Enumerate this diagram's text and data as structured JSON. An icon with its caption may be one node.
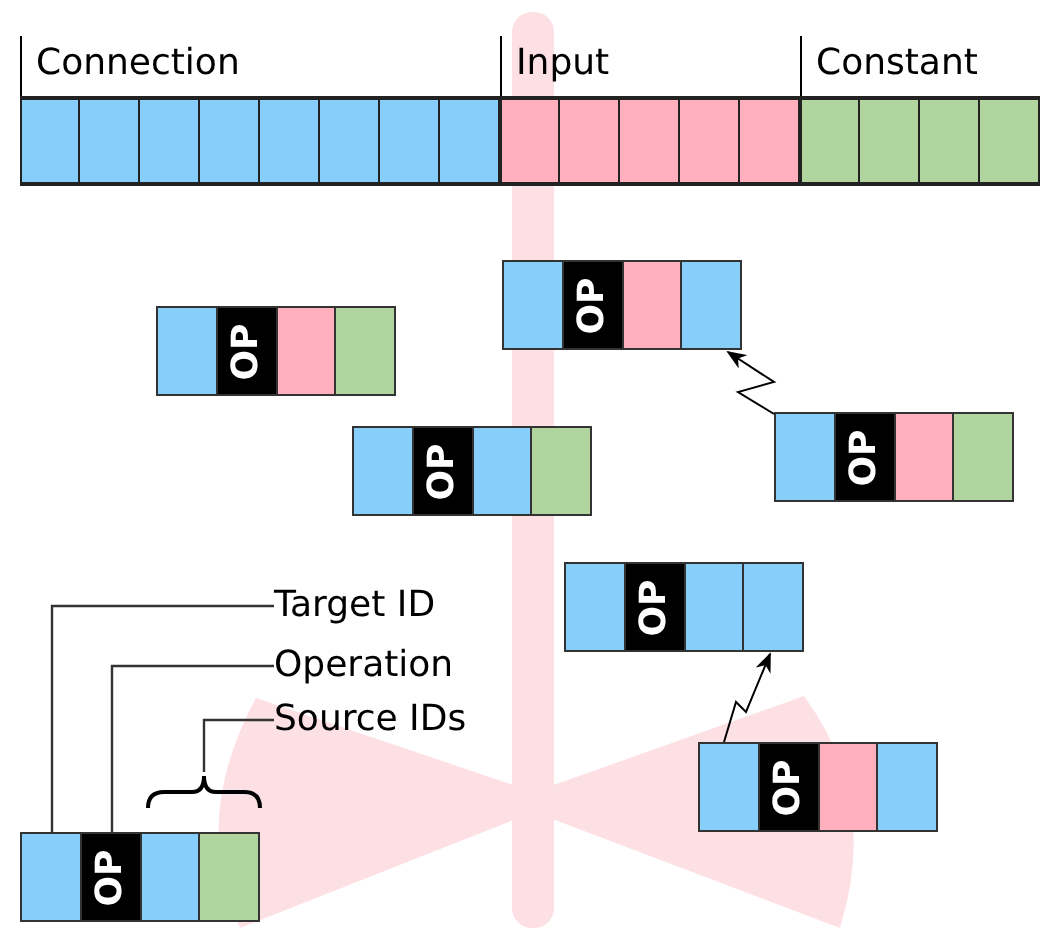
{
  "diagram": {
    "nodes": [
      {
        "text": [
          "Connection"
        ]
      },
      {
        "text": [
          "Input"
        ]
      },
      {
        "text": [
          "Constant"
        ]
      },
      {
        "text": [
          "OP"
        ]
      },
      {
        "text": [
          "OP"
        ]
      },
      {
        "text": [
          "OP"
        ]
      },
      {
        "text": [
          "OP"
        ]
      },
      {
        "text": [
          "OP"
        ]
      },
      {
        "text": [
          "OP"
        ]
      },
      {
        "text": [
          "OP"
        ]
      },
      {
        "text": [
          "Target ID"
        ]
      },
      {
        "text": [
          "Operation"
        ]
      },
      {
        "text": [
          "Source IDs"
        ]
      }
    ],
    "edges": [
      {
        "from": 6,
        "to": 4,
        "arrow": "to"
      },
      {
        "from": 8,
        "to": 7,
        "arrow": "to"
      },
      {
        "from": 10,
        "to": 9,
        "arrow": "none"
      },
      {
        "from": 11,
        "to": 9,
        "arrow": "none"
      },
      {
        "from": 12,
        "to": 9,
        "arrow": "none"
      }
    ]
  }
}
